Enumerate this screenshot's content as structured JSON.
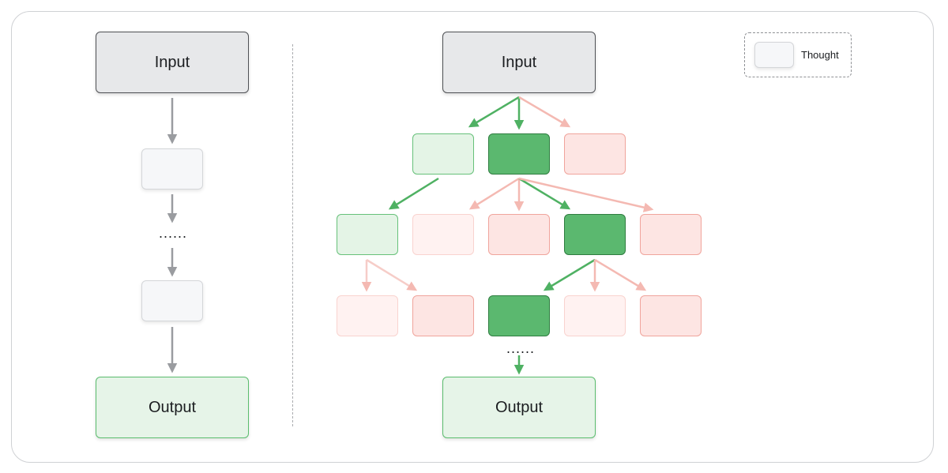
{
  "diagram": {
    "left_panel": {
      "input_label": "Input",
      "ellipsis": "......",
      "output_label": "Output"
    },
    "right_panel": {
      "input_label": "Input",
      "ellipsis": "......",
      "output_label": "Output"
    },
    "legend": {
      "label": "Thought"
    },
    "colors": {
      "selected_path": "#5bb86f",
      "pruned_path": "#f4b9b2",
      "neutral_arrow": "#9a9ca0",
      "input_fill": "#e7e8ea",
      "output_fill": "#e6f4e8"
    }
  }
}
